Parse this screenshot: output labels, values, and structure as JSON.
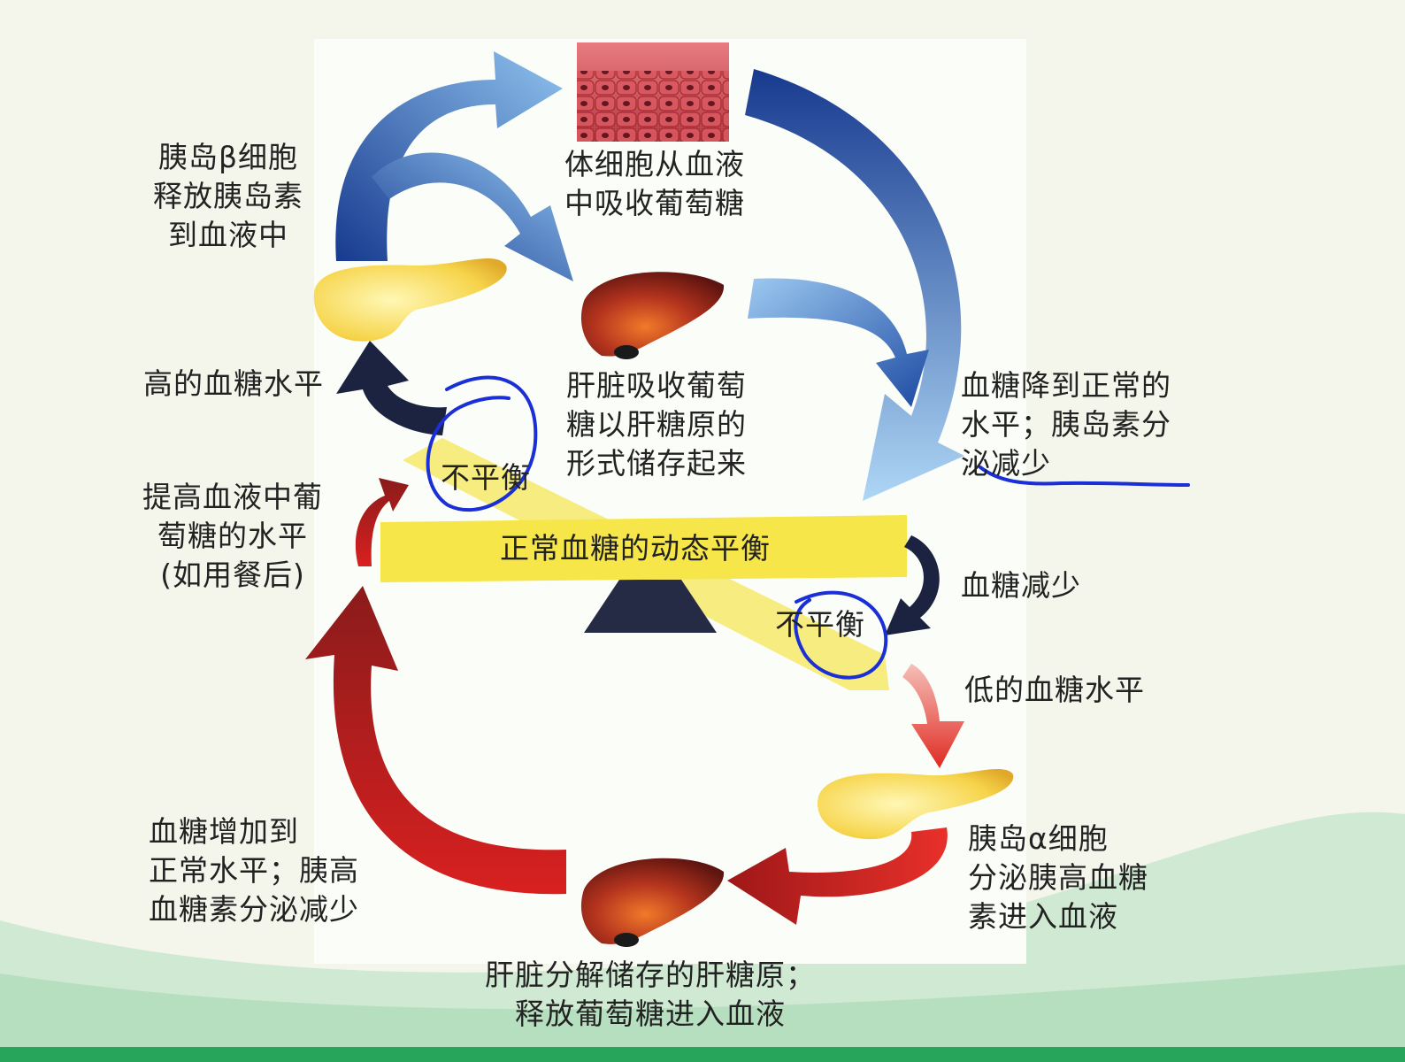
{
  "diagram": {
    "labels": {
      "beta_release": "胰岛β细胞\n释放胰岛素\n到血液中",
      "cells_absorb": "体细胞从血液\n中吸收葡萄糖",
      "liver_store": "肝脏吸收葡萄\n糖以肝糖原的\n形式储存起来",
      "glucose_down_normal": "血糖降到正常的\n水平；胰岛素分\n泌减少",
      "high_glucose": "高的血糖水平",
      "imbalance_top": "不平衡",
      "raise_glucose": "提高血液中葡\n萄糖的水平\n(如用餐后)",
      "balance_center": "正常血糖的动态平衡",
      "glucose_decrease": "血糖减少",
      "imbalance_bottom": "不平衡",
      "low_glucose": "低的血糖水平",
      "alpha_secrete": "胰岛α细胞\n分泌胰高血糖\n素进入血液",
      "glucose_up_normal": "血糖增加到\n正常水平；胰高\n血糖素分泌减少",
      "liver_release": "肝脏分解储存的肝糖原；\n释放葡萄糖进入血液"
    },
    "icons": [
      "tissue-cells-icon",
      "pancreas-icon",
      "liver-icon",
      "seesaw-icon"
    ],
    "colors": {
      "insulin_arrow": "#1f4fa8",
      "glucagon_arrow": "#c81e1e",
      "balance_beam": "#f6e64a",
      "annotation_ink": "#1a2fd6"
    }
  }
}
